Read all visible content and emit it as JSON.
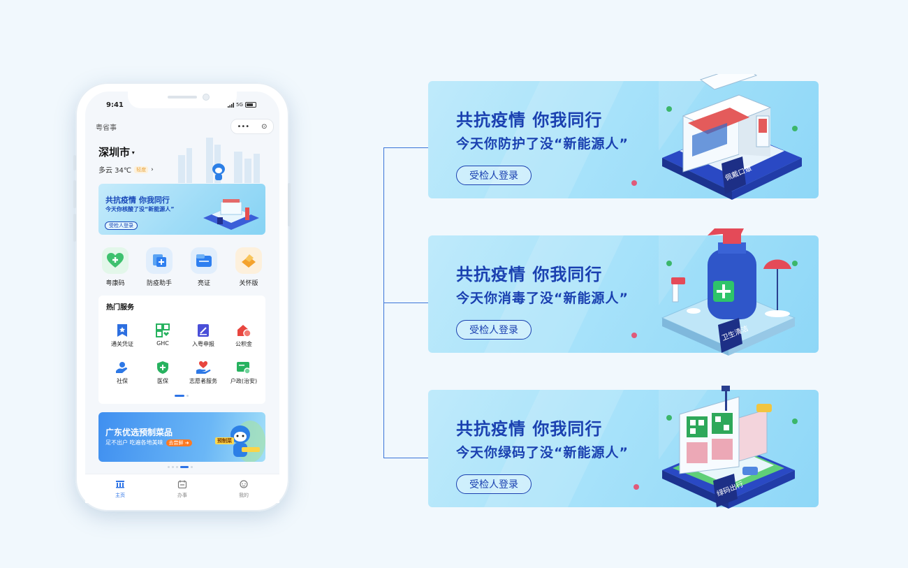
{
  "status_bar": {
    "time": "9:41",
    "network": "5G"
  },
  "app": {
    "name": "粤省事",
    "capsule_more": "•••",
    "capsule_close": "⊙"
  },
  "location": {
    "city": "深圳市",
    "weather": "多云 34℃",
    "aqi": "轻度"
  },
  "mini_banner": {
    "title": "共抗疫情 你我同行",
    "subtitle": "今天你核酸了没“新能源人”",
    "button": "受检人登录"
  },
  "quick_items": [
    {
      "label": "粤康码",
      "icon": "health-code-icon",
      "color": "#3ec16f"
    },
    {
      "label": "防疫助手",
      "icon": "epidemic-assistant-icon",
      "color": "#3c8ef0"
    },
    {
      "label": "亮证",
      "icon": "certificate-icon",
      "color": "#2e7ff0"
    },
    {
      "label": "关怀版",
      "icon": "care-mode-icon",
      "color": "#f4a22d"
    }
  ],
  "hot_services": {
    "title": "热门服务",
    "items": [
      {
        "label": "通关凭证",
        "icon": "customs-voucher-icon",
        "color": "#2d6fe0"
      },
      {
        "label": "GHC",
        "icon": "ghc-icon",
        "color": "#27b25f"
      },
      {
        "label": "入粤申报",
        "icon": "entry-declare-icon",
        "color": "#4a4fd8"
      },
      {
        "label": "公积金",
        "icon": "housing-fund-icon",
        "color": "#e8463f"
      },
      {
        "label": "社保",
        "icon": "social-security-icon",
        "color": "#2d78e6"
      },
      {
        "label": "医保",
        "icon": "medical-insurance-icon",
        "color": "#27b25f"
      },
      {
        "label": "志愿者服务",
        "icon": "volunteer-icon",
        "color": "#e8463f"
      },
      {
        "label": "户政(治安)",
        "icon": "household-icon",
        "color": "#27b25f"
      }
    ]
  },
  "promo": {
    "title": "广东优选预制菜品",
    "subtitle": "足不出户 吃遍各地美味",
    "button": "去尝鲜",
    "sign": "预制菜"
  },
  "tabs": [
    {
      "label": "主页",
      "icon": "home-icon",
      "active": true
    },
    {
      "label": "办事",
      "icon": "calendar-icon",
      "active": false
    },
    {
      "label": "我的",
      "icon": "profile-icon",
      "active": false
    }
  ],
  "banners": [
    {
      "title": "共抗疫情 你我同行",
      "subtitle": "今天你防护了没“新能源人”",
      "button": "受检人登录",
      "sign": "佩戴口罩",
      "illustration": "shop-mask-illustration"
    },
    {
      "title": "共抗疫情 你我同行",
      "subtitle": "今天你消毒了没“新能源人”",
      "button": "受检人登录",
      "sign": "卫生清洁",
      "illustration": "sanitizer-illustration"
    },
    {
      "title": "共抗疫情 你我同行",
      "subtitle": "今天你绿码了没“新能源人”",
      "button": "受检人登录",
      "sign": "绿码出行",
      "illustration": "green-code-illustration"
    }
  ],
  "colors": {
    "brand_blue": "#1a40b0",
    "accent_blue": "#2d73e6",
    "banner_bg": "#a9e3fa"
  }
}
